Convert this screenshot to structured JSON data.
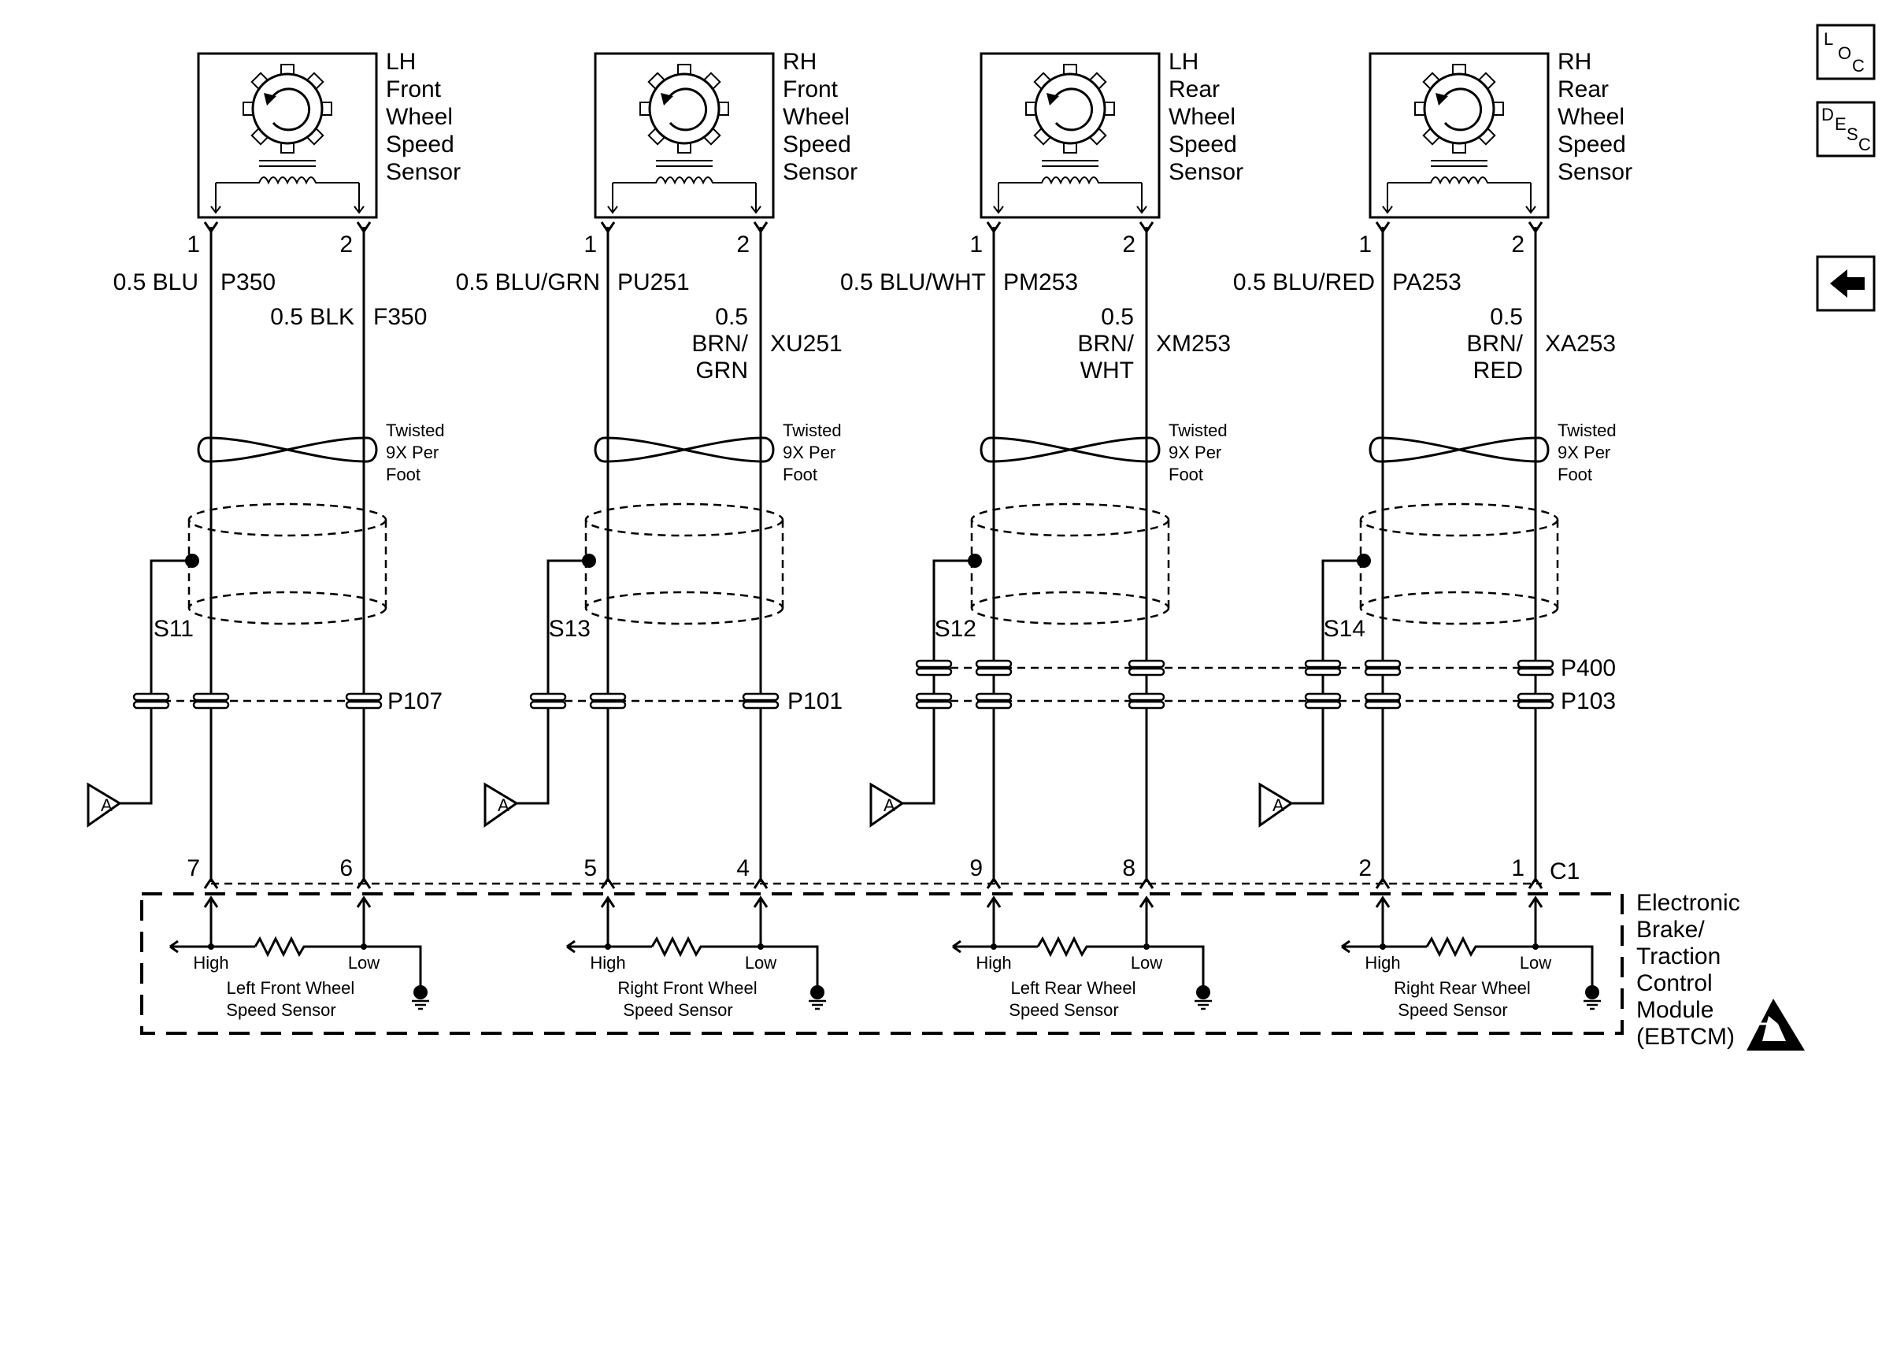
{
  "nav": {
    "loc": {
      "letters": [
        "L",
        "O",
        "C"
      ]
    },
    "desc": {
      "letters": [
        "D",
        "E",
        "S",
        "C"
      ]
    },
    "back": {
      "icon": "left-arrow-icon"
    }
  },
  "sensors": [
    {
      "name_lines": [
        "LH",
        "Front",
        "Wheel",
        "Speed",
        "Sensor"
      ],
      "pin1": "1",
      "pin2": "2",
      "high_wire_color": "0.5 BLU",
      "high_circuit": "P350",
      "low_wire_color_lines": [
        "0.5 BLK"
      ],
      "low_circuit": "F350",
      "twist_lines": [
        "Twisted",
        "9X Per",
        "Foot"
      ],
      "splice": "S11",
      "module_pin_high": "7",
      "module_pin_low": "6",
      "module_high": "High",
      "module_low": "Low",
      "module_label_lines": [
        "Left Front Wheel",
        "Speed Sensor"
      ]
    },
    {
      "name_lines": [
        "RH",
        "Front",
        "Wheel",
        "Speed",
        "Sensor"
      ],
      "pin1": "1",
      "pin2": "2",
      "high_wire_color": "0.5 BLU/GRN",
      "high_circuit": "PU251",
      "low_wire_color_lines": [
        "0.5",
        "BRN/",
        "GRN"
      ],
      "low_circuit": "XU251",
      "twist_lines": [
        "Twisted",
        "9X Per",
        "Foot"
      ],
      "splice": "S13",
      "module_pin_high": "5",
      "module_pin_low": "4",
      "module_high": "High",
      "module_low": "Low",
      "module_label_lines": [
        "Right Front Wheel",
        "Speed Sensor"
      ]
    },
    {
      "name_lines": [
        "LH",
        "Rear",
        "Wheel",
        "Speed",
        "Sensor"
      ],
      "pin1": "1",
      "pin2": "2",
      "high_wire_color": "0.5 BLU/WHT",
      "high_circuit": "PM253",
      "low_wire_color_lines": [
        "0.5",
        "BRN/",
        "WHT"
      ],
      "low_circuit": "XM253",
      "twist_lines": [
        "Twisted",
        "9X Per",
        "Foot"
      ],
      "splice": "S12",
      "module_pin_high": "9",
      "module_pin_low": "8",
      "module_high": "High",
      "module_low": "Low",
      "module_label_lines": [
        "Left Rear Wheel",
        "Speed Sensor"
      ]
    },
    {
      "name_lines": [
        "RH",
        "Rear",
        "Wheel",
        "Speed",
        "Sensor"
      ],
      "pin1": "1",
      "pin2": "2",
      "high_wire_color": "0.5 BLU/RED",
      "high_circuit": "PA253",
      "low_wire_color_lines": [
        "0.5",
        "BRN/",
        "RED"
      ],
      "low_circuit": "XA253",
      "twist_lines": [
        "Twisted",
        "9X Per",
        "Foot"
      ],
      "splice": "S14",
      "module_pin_high": "2",
      "module_pin_low": "1",
      "module_high": "High",
      "module_low": "Low",
      "module_label_lines": [
        "Right Rear Wheel",
        "Speed Sensor"
      ]
    }
  ],
  "connectors": {
    "front_left": "P107",
    "front_right": "P101",
    "rear_upper": "P400",
    "rear_lower": "P103"
  },
  "ground_ref": "A",
  "module_connector": "C1",
  "module_name_lines": [
    "Electronic",
    "Brake/",
    "Traction",
    "Control",
    "Module",
    "(EBTCM)"
  ],
  "esd_icon": "esd-warning-icon"
}
